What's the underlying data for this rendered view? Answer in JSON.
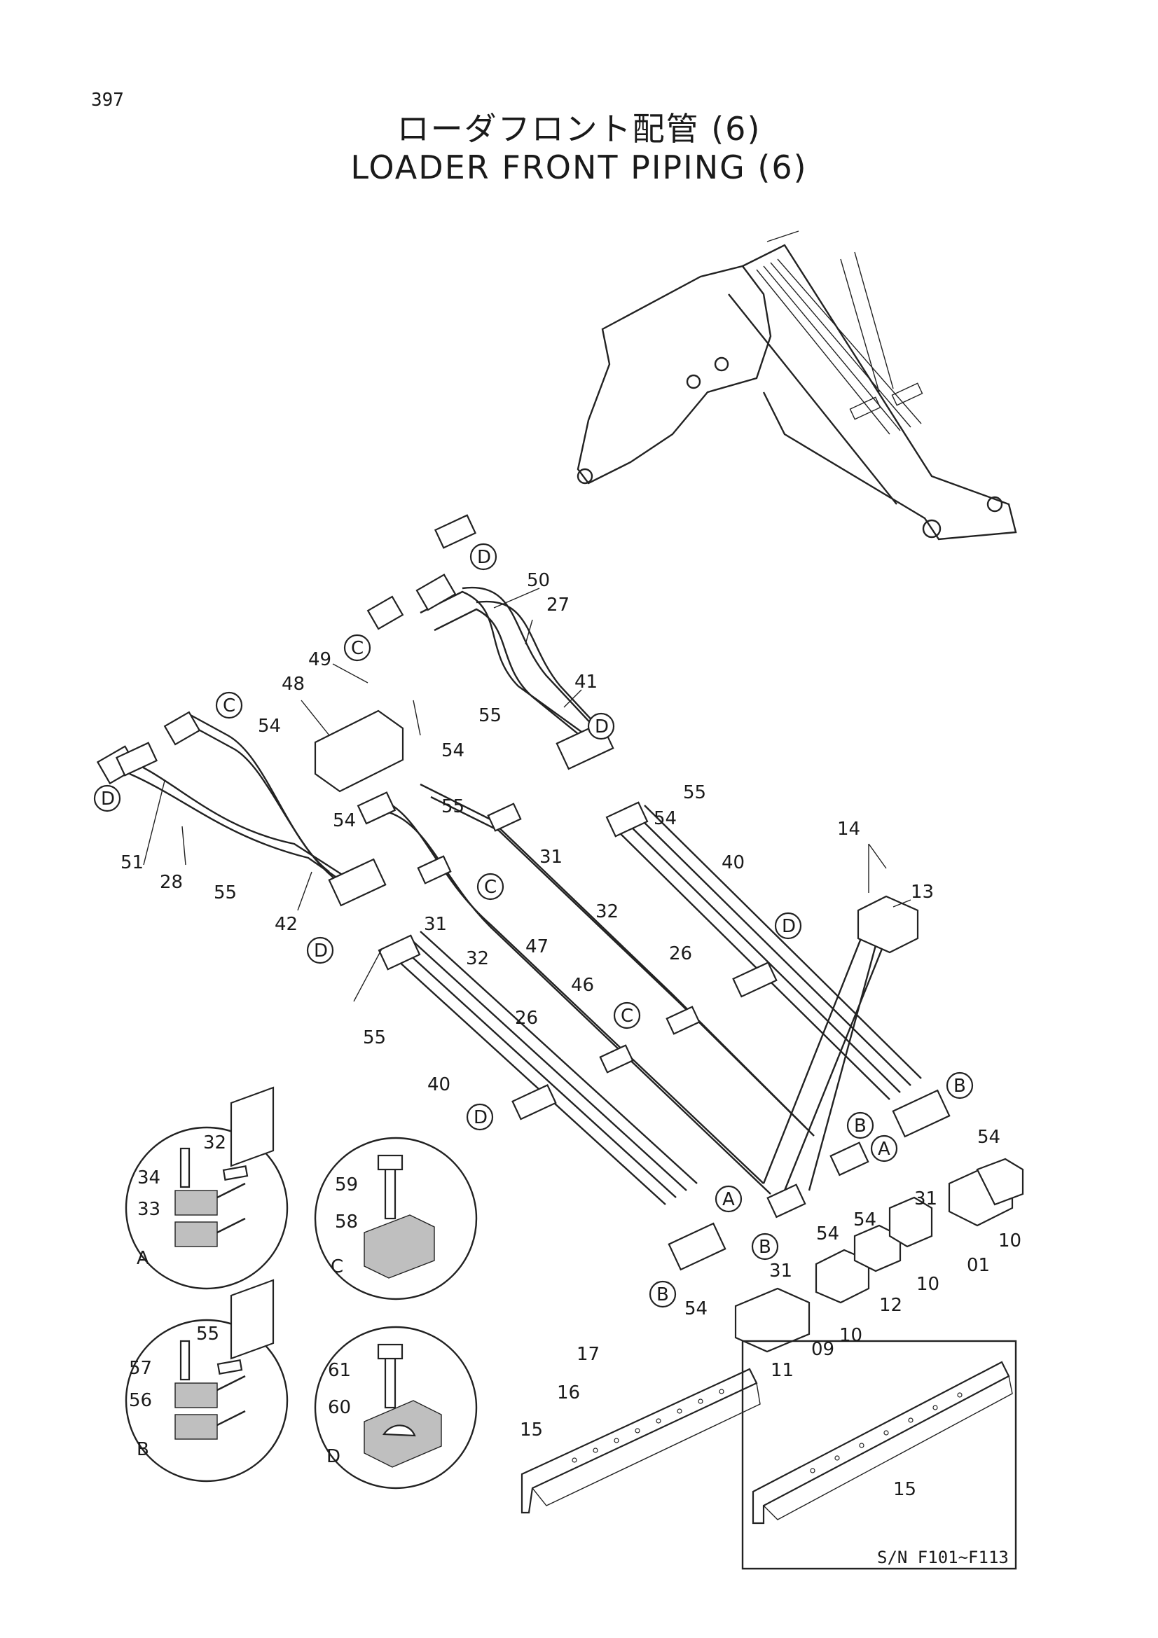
{
  "page_number": "397",
  "title_jp": "ローダフロント配管 (6)",
  "title_en": "LOADER FRONT PIPING (6)",
  "serial_note": "S/N F101~F113",
  "callouts": {
    "c49": "49",
    "c48": "48",
    "c54a": "54",
    "c54b": "54",
    "c54c": "54",
    "c50": "50",
    "c27": "27",
    "c41": "41",
    "c55a": "55",
    "c55b": "55",
    "c55c": "55",
    "c55d": "55",
    "c55e": "55",
    "c51": "51",
    "c28": "28",
    "c42": "42",
    "c31a": "31",
    "c31b": "31",
    "c32a": "32",
    "c32b": "32",
    "c47": "47",
    "c46": "46",
    "c40a": "40",
    "c40b": "40",
    "c26a": "26",
    "c26b": "26",
    "c14": "14",
    "c13": "13",
    "c54d": "54",
    "c54e": "54",
    "c54f": "54",
    "c54g": "54",
    "c54h": "54",
    "c31c": "31",
    "c31d": "31",
    "c10a": "10",
    "c10b": "10",
    "c10c": "10",
    "c01": "01",
    "c12": "12",
    "c11": "11",
    "c09": "09",
    "c17": "17",
    "c16": "16",
    "c15a": "15",
    "c15b": "15",
    "c32c": "32",
    "c34": "34",
    "c33": "33",
    "c59": "59",
    "c58": "58",
    "c55f": "55",
    "c57": "57",
    "c56": "56",
    "c61": "61",
    "c60": "60"
  },
  "ref_letters": {
    "A": "A",
    "B": "B",
    "C": "C",
    "D": "D"
  },
  "detail_labels": {
    "detail_a": "A",
    "detail_b": "B",
    "detail_c": "C",
    "detail_d": "D"
  }
}
